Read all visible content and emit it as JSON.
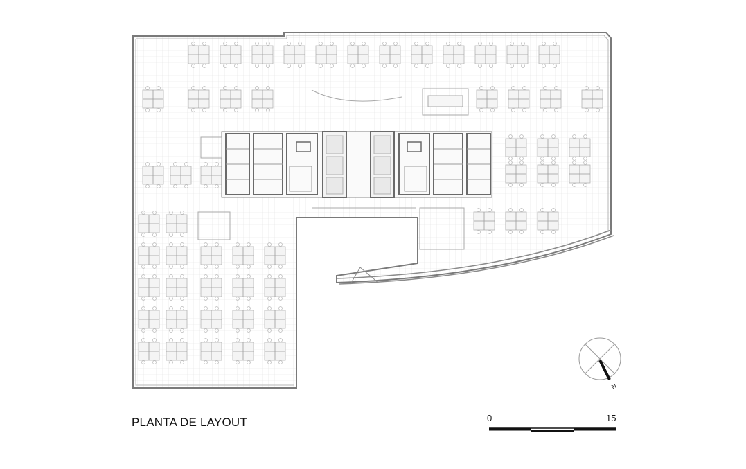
{
  "drawing": {
    "title": "PLANTA DE LAYOUT",
    "scale_start": "0",
    "scale_end": "15",
    "north_label": "N"
  },
  "colors": {
    "line": "#9a9a9a",
    "wall": "#6a6a6a",
    "grid": "#dcdcdc",
    "ink": "#111111"
  },
  "icons": [
    "north-arrow-icon",
    "scale-bar-icon"
  ]
}
